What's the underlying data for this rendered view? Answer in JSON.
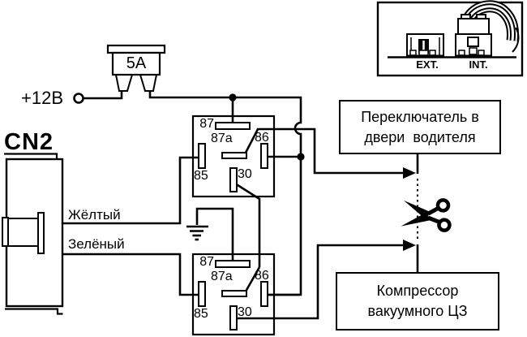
{
  "colors": {
    "ink": "#000000",
    "paper": "#ffffff"
  },
  "power": {
    "label": "+12В"
  },
  "fuse": {
    "label": "5A"
  },
  "connector": {
    "label": "CN2",
    "wires": {
      "yellow": "Жёлтый",
      "green": "Зелёный"
    }
  },
  "relay1": {
    "pins": {
      "p87": "87",
      "p87a": "87a",
      "p86": "86",
      "p85": "85",
      "p30": "30"
    }
  },
  "relay2": {
    "pins": {
      "p87": "87",
      "p87a": "87a",
      "p86": "86",
      "p85": "85",
      "p30": "30"
    }
  },
  "door_switch_box": {
    "line1": "Переключатель в",
    "line2": "двери  водителя"
  },
  "compressor_box": {
    "line1": "Компрессор",
    "line2": "вакуумного ЦЗ"
  },
  "inset": {
    "ext_label": "EXT.",
    "int_label": "INT."
  }
}
